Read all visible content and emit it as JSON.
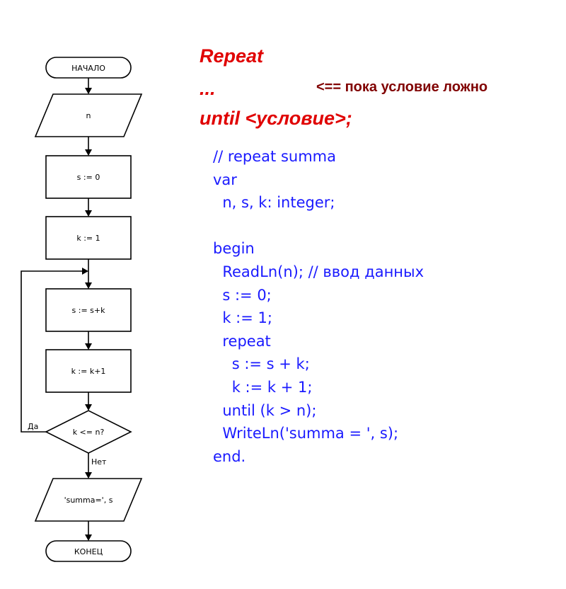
{
  "flowchart": {
    "start": "НАЧАЛО",
    "input": "n",
    "init_s": "s := 0",
    "init_k": "k := 1",
    "add": "s := s+k",
    "inc": "k := k+1",
    "condition": "k <= n?",
    "yes_label": "Да",
    "no_label": "Нет",
    "output": "'summa=', s",
    "end": "КОНЕЦ"
  },
  "syntax": {
    "repeat": "Repeat",
    "dots": "...",
    "note": "<== пока условие ложно",
    "until": "until <условие>;"
  },
  "code": [
    "// repeat summa",
    "var",
    "  n, s, k: integer;",
    "",
    "begin",
    "  ReadLn(n); // ввод данных",
    "  s := 0;",
    "  k := 1;",
    "  repeat",
    "    s := s + k;",
    "    k := k + 1;",
    "  until (k > n);",
    "  WriteLn('summa = ', s);",
    "end."
  ],
  "colors": {
    "syntax": "#e00000",
    "note": "#800000",
    "code": "#1a1aff"
  }
}
